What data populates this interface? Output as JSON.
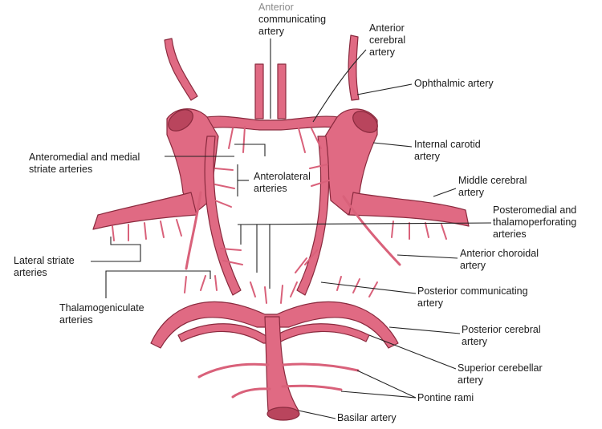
{
  "labels": {
    "anterior_communicating": [
      "Anterior",
      "communicating",
      "artery"
    ],
    "anterior_cerebral": [
      "Anterior",
      "cerebral",
      "artery"
    ],
    "ophthalmic": [
      "Ophthalmic artery"
    ],
    "internal_carotid": [
      "Internal carotid",
      "artery"
    ],
    "anteromedial": [
      "Anteromedial and medial",
      "striate arteries"
    ],
    "anterolateral": [
      "Anterolateral",
      "arteries"
    ],
    "middle_cerebral": [
      "Middle cerebral",
      "artery"
    ],
    "posteromedial": [
      "Posteromedial and",
      "thalamoperforating",
      "arteries"
    ],
    "lateral_striate": [
      "Lateral striate",
      "arteries"
    ],
    "anterior_choroidal": [
      "Anterior choroidal",
      "artery"
    ],
    "posterior_communicating": [
      "Posterior communicating",
      "artery"
    ],
    "thalamogeniculate": [
      "Thalamogeniculate",
      "arteries"
    ],
    "posterior_cerebral": [
      "Posterior cerebral",
      "artery"
    ],
    "superior_cerebellar": [
      "Superior cerebellar",
      "artery"
    ],
    "pontine_rami": [
      "Pontine rami"
    ],
    "basilar": [
      "Basilar artery"
    ]
  },
  "colors": {
    "artery_fill": "#e06a83",
    "artery_outline": "#8a2a3e",
    "leader_line": "#222222",
    "text": "#1a1a1a"
  }
}
